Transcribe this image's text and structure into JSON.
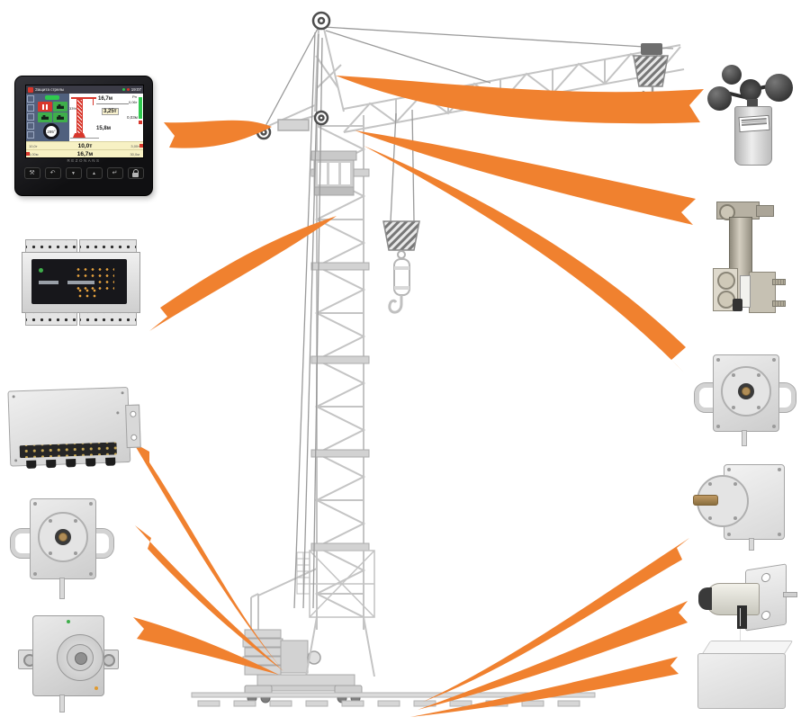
{
  "colors": {
    "accent": "#F0812F",
    "crane_light": "#C4C4C4",
    "crane_dark": "#8F8F8F",
    "screen_green": "#2FC94F",
    "screen_red": "#D8372C",
    "band_bg": "#F7F1C4"
  },
  "display": {
    "brand": "REZONANS",
    "screen": {
      "title": "Защита стрелы",
      "time": "19:07",
      "gauge_value": "295°",
      "load_percent": "33%",
      "radius": "16,7м",
      "load": "3,25т",
      "drift": "0,03м",
      "height": "15,8м",
      "wind_label": "Pн",
      "wind_value": "0,06т",
      "rows": [
        {
          "min": "10,0т",
          "value": "10,0т",
          "max": "3,00т"
        },
        {
          "min": "5,00м",
          "value": "16,7м",
          "max": "30,0м"
        }
      ]
    },
    "buttons": [
      {
        "name": "settings",
        "glyph": "⚒"
      },
      {
        "name": "back",
        "glyph": "↶"
      },
      {
        "name": "down",
        "glyph": "▼"
      },
      {
        "name": "up",
        "glyph": "▲"
      },
      {
        "name": "enter",
        "glyph": "↵"
      },
      {
        "name": "lock",
        "glyph": ""
      }
    ]
  },
  "components": {
    "left": [
      "display-terminal",
      "relay-module",
      "junction-box",
      "angle-sensor",
      "shaft-encoder"
    ],
    "right": [
      "wind-speed-sensor",
      "load-cell",
      "angle-sensor",
      "angle-sensor-side",
      "proximity-sensor",
      "terminal-box"
    ]
  }
}
